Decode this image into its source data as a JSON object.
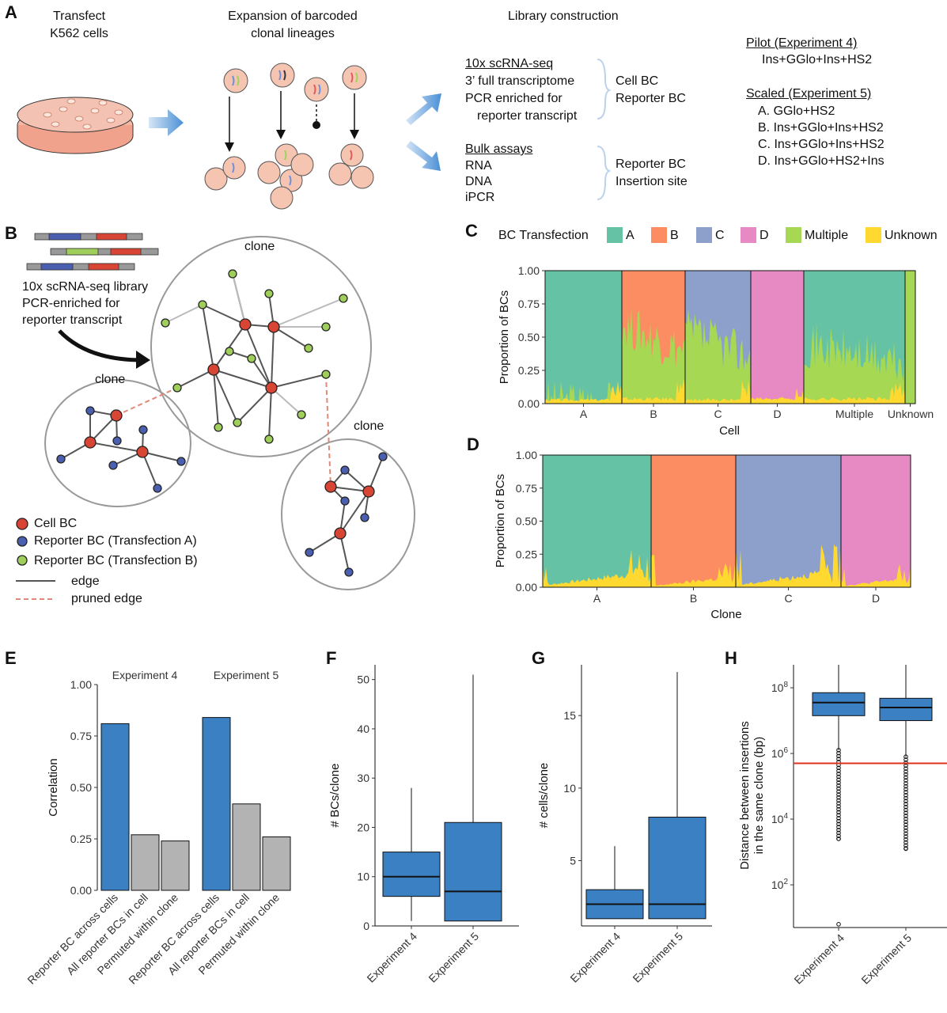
{
  "panelA": {
    "letter": "A",
    "step1": [
      "Transfect",
      "K562 cells"
    ],
    "step2": [
      "Expansion of barcoded",
      "clonal lineages"
    ],
    "step3": "Library construction",
    "sc_title": "10x scRNA-seq",
    "sc_lines": [
      "3’ full transcriptome",
      "PCR enriched for",
      "reporter transcript"
    ],
    "sc_out": [
      "Cell BC",
      "Reporter BC"
    ],
    "bulk_title": "Bulk assays",
    "bulk_lines": [
      "RNA",
      "DNA",
      "iPCR"
    ],
    "bulk_out": [
      "Reporter BC",
      "Insertion site"
    ],
    "pilot_title": "Pilot (Experiment 4)",
    "pilot_lines": [
      "Ins+GGlo+Ins+HS2"
    ],
    "scaled_title": "Scaled (Experiment 5)",
    "scaled_lines": [
      "A. GGlo+HS2",
      "B. Ins+GGlo+Ins+HS2",
      "C. Ins+GGlo+Ins+HS2",
      "D. Ins+GGlo+HS2+Ins"
    ]
  },
  "panelB": {
    "letter": "B",
    "lib_lines": [
      "10x scRNA-seq library",
      "PCR-enriched for",
      "reporter transcript"
    ],
    "clone_label": "clone",
    "legend": [
      "Cell BC",
      "Reporter BC (Transfection A)",
      "Reporter BC (Transfection B)",
      "edge",
      "pruned edge"
    ]
  },
  "panelC": {
    "letter": "C",
    "legend_title": "BC Transfection",
    "legend_items": [
      "A",
      "B",
      "C",
      "D",
      "Multiple",
      "Unknown"
    ],
    "y_title": "Proportion of BCs",
    "x_title": "Cell",
    "y_ticks": [
      "0.00",
      "0.25",
      "0.50",
      "0.75",
      "1.00"
    ],
    "x_ticks": [
      "A",
      "B",
      "C",
      "D",
      "Multiple",
      "Unknown"
    ]
  },
  "panelD": {
    "letter": "D",
    "y_title": "Proportion of BCs",
    "x_title": "Clone",
    "y_ticks": [
      "0.00",
      "0.25",
      "0.50",
      "0.75",
      "1.00"
    ],
    "x_ticks": [
      "A",
      "B",
      "C",
      "D"
    ]
  },
  "panelE": {
    "letter": "E"
  },
  "panelF": {
    "letter": "F"
  },
  "panelG": {
    "letter": "G"
  },
  "panelH": {
    "letter": "H"
  },
  "colors": {
    "A": "#66c2a5",
    "B": "#fc8d62",
    "C": "#8da0cb",
    "D": "#e78ac3",
    "Multiple": "#a6d854",
    "Unknown": "#ffd92f",
    "bar_blue": "#3a80c3",
    "bar_grey": "#b3b3b3",
    "cell_bc": "#d94535",
    "rep_a": "#4a5fb0",
    "rep_b": "#9fcf5a",
    "threshold": "#e03020"
  },
  "chart_data": [
    {
      "panel": "C",
      "type": "area",
      "ylabel": "Proportion of BCs",
      "xlabel": "Cell",
      "ylim": [
        0,
        1
      ],
      "categories": [
        "A",
        "B",
        "C",
        "D",
        "Multiple",
        "Unknown"
      ],
      "groups": [
        {
          "label": "A",
          "dominant": "A",
          "multiple_fraction": 0.01,
          "unknown_fraction": 0.04
        },
        {
          "label": "B",
          "dominant": "B",
          "multiple_fraction": 0.6,
          "unknown_fraction": 0.05
        },
        {
          "label": "C",
          "dominant": "C",
          "multiple_fraction": 0.55,
          "unknown_fraction": 0.04
        },
        {
          "label": "D",
          "dominant": "D",
          "multiple_fraction": 0.0,
          "unknown_fraction": 0.05
        },
        {
          "label": "Multiple",
          "dominant": "A",
          "multiple_fraction": 0.45,
          "unknown_fraction": 0.05
        },
        {
          "label": "Unknown",
          "dominant": "Multiple",
          "multiple_fraction": 1.0,
          "unknown_fraction": 0.0
        }
      ],
      "legend": [
        "A",
        "B",
        "C",
        "D",
        "Multiple",
        "Unknown"
      ]
    },
    {
      "panel": "D",
      "type": "area",
      "ylabel": "Proportion of BCs",
      "xlabel": "Clone",
      "ylim": [
        0,
        1
      ],
      "categories": [
        "A",
        "B",
        "C",
        "D"
      ],
      "groups": [
        {
          "label": "A",
          "dominant": "A",
          "unknown_fraction": 0.12
        },
        {
          "label": "B",
          "dominant": "B",
          "unknown_fraction": 0.08
        },
        {
          "label": "C",
          "dominant": "C",
          "unknown_fraction": 0.13
        },
        {
          "label": "D",
          "dominant": "D",
          "unknown_fraction": 0.07
        }
      ]
    },
    {
      "panel": "E",
      "type": "bar",
      "ylabel": "Correlation",
      "ylim": [
        0,
        1
      ],
      "y_ticks": [
        "0.00",
        "0.25",
        "0.50",
        "0.75",
        "1.00"
      ],
      "facets": [
        "Experiment 4",
        "Experiment 5"
      ],
      "categories": [
        "Reporter BC across cells",
        "All reporter BCs in cell",
        "Permuted within clone"
      ],
      "series": [
        {
          "facet": "Experiment 4",
          "values": [
            0.81,
            0.27,
            0.24
          ]
        },
        {
          "facet": "Experiment 5",
          "values": [
            0.84,
            0.42,
            0.26
          ]
        }
      ]
    },
    {
      "panel": "F",
      "type": "box",
      "ylabel": "# BCs/clone",
      "ylim": [
        0,
        53
      ],
      "y_ticks": [
        "0",
        "10",
        "20",
        "30",
        "40",
        "50"
      ],
      "categories": [
        "Experiment 4",
        "Experiment 5"
      ],
      "boxes": [
        {
          "min": 1,
          "q1": 6,
          "median": 10,
          "q3": 15,
          "max": 28
        },
        {
          "min": 1,
          "q1": 1,
          "median": 7,
          "q3": 21,
          "max": 51
        }
      ]
    },
    {
      "panel": "G",
      "type": "box",
      "ylabel": "# cells/clone",
      "ylim": [
        0.5,
        18.5
      ],
      "y_ticks": [
        "5",
        "10",
        "15"
      ],
      "categories": [
        "Experiment 4",
        "Experiment 5"
      ],
      "boxes": [
        {
          "min": 1,
          "q1": 1,
          "median": 2,
          "q3": 3,
          "max": 6
        },
        {
          "min": 1,
          "q1": 1,
          "median": 2,
          "q3": 8,
          "max": 18
        }
      ]
    },
    {
      "panel": "H",
      "type": "box",
      "ylabel": "Distance between insertions in the same clone (bp)",
      "y_scale": "log10",
      "ylim_log10": [
        0.7,
        8.7
      ],
      "y_ticks": [
        "10^2",
        "10^4",
        "10^6",
        "10^8"
      ],
      "categories": [
        "Experiment 4",
        "Experiment 5"
      ],
      "threshold_log10": 5.7,
      "boxes": [
        {
          "whisker_low_log10": 6.1,
          "q1_log10": 7.15,
          "median_log10": 7.55,
          "q3_log10": 7.85,
          "max_log10": 8.7,
          "outlier_low_log10": 0.8,
          "outlier_min_log10": 3.4
        },
        {
          "whisker_low_log10": 5.9,
          "q1_log10": 7.0,
          "median_log10": 7.4,
          "q3_log10": 7.68,
          "max_log10": 8.7,
          "outlier_min_log10": 3.1
        }
      ]
    }
  ],
  "ylabel_H": [
    "Distance between insertions",
    "in the same clone (bp)"
  ]
}
